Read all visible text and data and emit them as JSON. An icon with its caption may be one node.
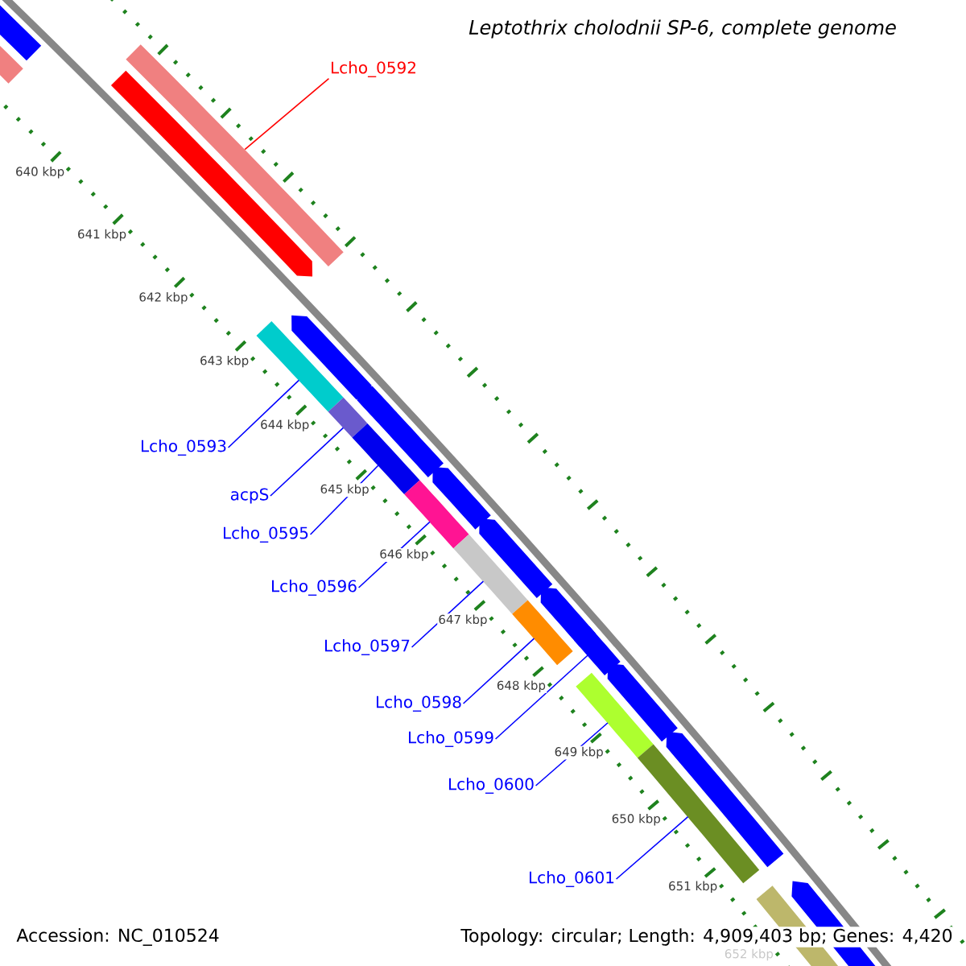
{
  "diagram": {
    "title": "Leptothrix cholodnii SP-6, complete genome",
    "nodes": [
      {
        "text": [
          "Lcho_0592"
        ]
      },
      {
        "text": [
          "Lcho_0593"
        ]
      },
      {
        "text": [
          "acpS"
        ]
      },
      {
        "text": [
          "Lcho_0595"
        ]
      },
      {
        "text": [
          "Lcho_0596"
        ]
      },
      {
        "text": [
          "Lcho_0597"
        ]
      },
      {
        "text": [
          "Lcho_0598"
        ]
      },
      {
        "text": [
          "Lcho_0599"
        ]
      },
      {
        "text": [
          "Lcho_0600"
        ]
      },
      {
        "text": [
          "Lcho_0601"
        ]
      },
      {
        "text": [],
        "shape": "bar"
      },
      {
        "text": [],
        "shape": "bar"
      },
      {
        "text": [],
        "shape": "bar"
      },
      {
        "text": [],
        "shape": "bar"
      },
      {
        "text": [],
        "shape": "bar"
      },
      {
        "text": [],
        "shape": "bar"
      },
      {
        "text": [],
        "shape": "bar"
      },
      {
        "text": [],
        "shape": "bar"
      },
      {
        "text": [],
        "shape": "bar"
      },
      {
        "text": [],
        "shape": "bar"
      },
      {
        "text": [],
        "shape": "bar"
      }
    ],
    "edges": [
      {
        "from": 0,
        "to": 10,
        "arrow": "none",
        "color": "#ff0000"
      },
      {
        "from": 1,
        "to": 11,
        "arrow": "none"
      },
      {
        "from": 2,
        "to": 12,
        "arrow": "none"
      },
      {
        "from": 3,
        "to": 13,
        "arrow": "none"
      },
      {
        "from": 4,
        "to": 14,
        "arrow": "none"
      },
      {
        "from": 5,
        "to": 15,
        "arrow": "none"
      },
      {
        "from": 6,
        "to": 16,
        "arrow": "none"
      },
      {
        "from": 7,
        "to": 17,
        "arrow": "none"
      },
      {
        "from": 8,
        "to": 18,
        "arrow": "none"
      },
      {
        "from": 9,
        "to": 19,
        "arrow": "none"
      }
    ],
    "labels": [
      "640 kbp",
      "641 kbp",
      "642 kbp",
      "643 kbp",
      "644 kbp",
      "645 kbp",
      "646 kbp",
      "647 kbp",
      "648 kbp",
      "649 kbp",
      "650 kbp",
      "651 kbp",
      "652 kbp",
      "Accession: NC_010524",
      "Topology: circular; Length: 4,909,403 bp; Genes: 4,420"
    ]
  }
}
